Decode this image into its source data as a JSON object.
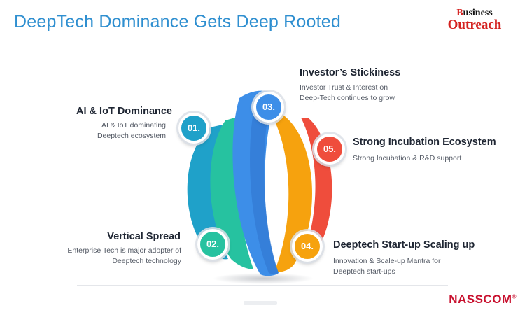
{
  "header": {
    "title": "DeepTech Dominance Gets Deep Rooted",
    "brand_line1_first": "B",
    "brand_line1_rest": "usiness",
    "brand_line2_first": "O",
    "brand_line2_rest": "utreach"
  },
  "items": [
    {
      "number": "01.",
      "title": "AI & IoT Dominance",
      "desc": [
        "AI & IoT dominating",
        "Deeptech ecosystem"
      ],
      "color": "#1fa1c9"
    },
    {
      "number": "02.",
      "title": "Vertical Spread",
      "desc": [
        "Enterprise Tech is major adopter of",
        "Deeptech technology"
      ],
      "color": "#26c2a0"
    },
    {
      "number": "03.",
      "title": "Investor’s Stickiness",
      "desc": [
        "Investor Trust & Interest on",
        "Deep-Tech continues to grow"
      ],
      "color": "#3d8ee8"
    },
    {
      "number": "04.",
      "title": "Deeptech Start-up Scaling up",
      "desc": [
        "Innovation & Scale-up Mantra for",
        "Deeptech start-ups"
      ],
      "color": "#f6a20e"
    },
    {
      "number": "05.",
      "title": "Strong Incubation Ecosystem",
      "desc": [
        "Strong Incubation & R&D support"
      ],
      "color": "#ef4d3c"
    }
  ],
  "footer": {
    "logo_text": "NASSCOM",
    "logo_mark": "®"
  }
}
